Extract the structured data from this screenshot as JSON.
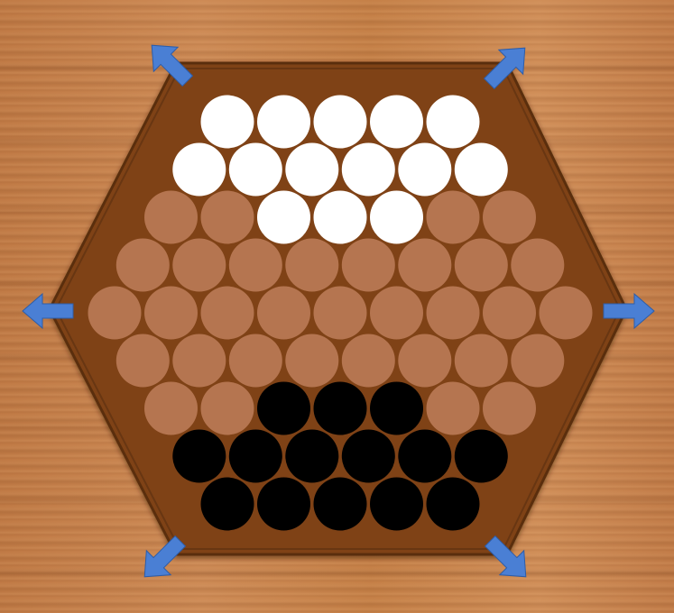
{
  "game": "Abalone",
  "colors": {
    "board": "#7f4213",
    "board_edge": "#5a2e0c",
    "empty_cell": "#b57550",
    "white_piece": "#ffffff",
    "black_piece": "#000000",
    "arrow": "#4a7fd4",
    "table": "#c8844e"
  },
  "direction_arrows": [
    "up-left",
    "up-right",
    "left",
    "right",
    "down-left",
    "down-right"
  ],
  "board_rows": [
    [
      "W",
      "W",
      "W",
      "W",
      "W"
    ],
    [
      "W",
      "W",
      "W",
      "W",
      "W",
      "W"
    ],
    [
      "E",
      "E",
      "W",
      "W",
      "W",
      "E",
      "E"
    ],
    [
      "E",
      "E",
      "E",
      "E",
      "E",
      "E",
      "E",
      "E"
    ],
    [
      "E",
      "E",
      "E",
      "E",
      "E",
      "E",
      "E",
      "E",
      "E"
    ],
    [
      "E",
      "E",
      "E",
      "E",
      "E",
      "E",
      "E",
      "E"
    ],
    [
      "E",
      "E",
      "B",
      "B",
      "B",
      "E",
      "E"
    ],
    [
      "B",
      "B",
      "B",
      "B",
      "B",
      "B"
    ],
    [
      "B",
      "B",
      "B",
      "B",
      "B"
    ]
  ],
  "piece_counts": {
    "white": 14,
    "black": 14
  }
}
